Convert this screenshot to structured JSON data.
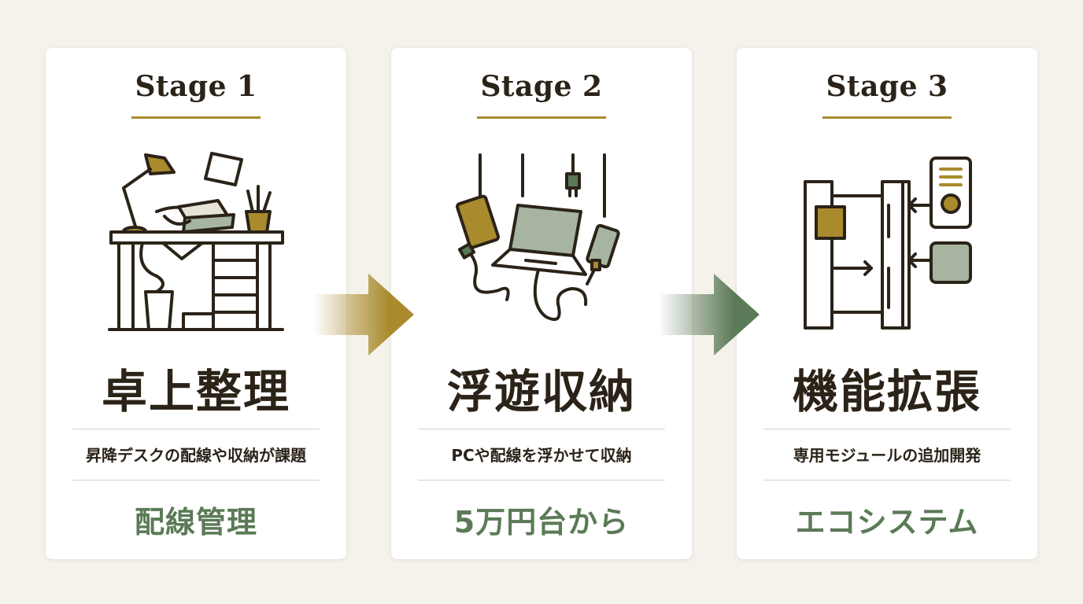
{
  "colors": {
    "gold": "#a98b2e",
    "green": "#5b7a57",
    "ink": "#2b2318",
    "sage": "#a7b4a2"
  },
  "stages": [
    {
      "label": "Stage 1",
      "title": "卓上整理",
      "description": "昇降デスクの配線や収納が課題",
      "keyword": "配線管理",
      "icon": "cluttered-desk-icon"
    },
    {
      "label": "Stage 2",
      "title": "浮遊収納",
      "description": "PCや配線を浮かせて収納",
      "keyword": "5万円台から",
      "icon": "floating-devices-icon"
    },
    {
      "label": "Stage 3",
      "title": "機能拡張",
      "description": "専用モジュールの追加開発",
      "keyword": "エコシステム",
      "icon": "modular-rack-icon"
    }
  ],
  "arrows": [
    {
      "from": "Stage 1",
      "to": "Stage 2",
      "color": "#a98b2e"
    },
    {
      "from": "Stage 2",
      "to": "Stage 3",
      "color": "#5b7a57"
    }
  ]
}
